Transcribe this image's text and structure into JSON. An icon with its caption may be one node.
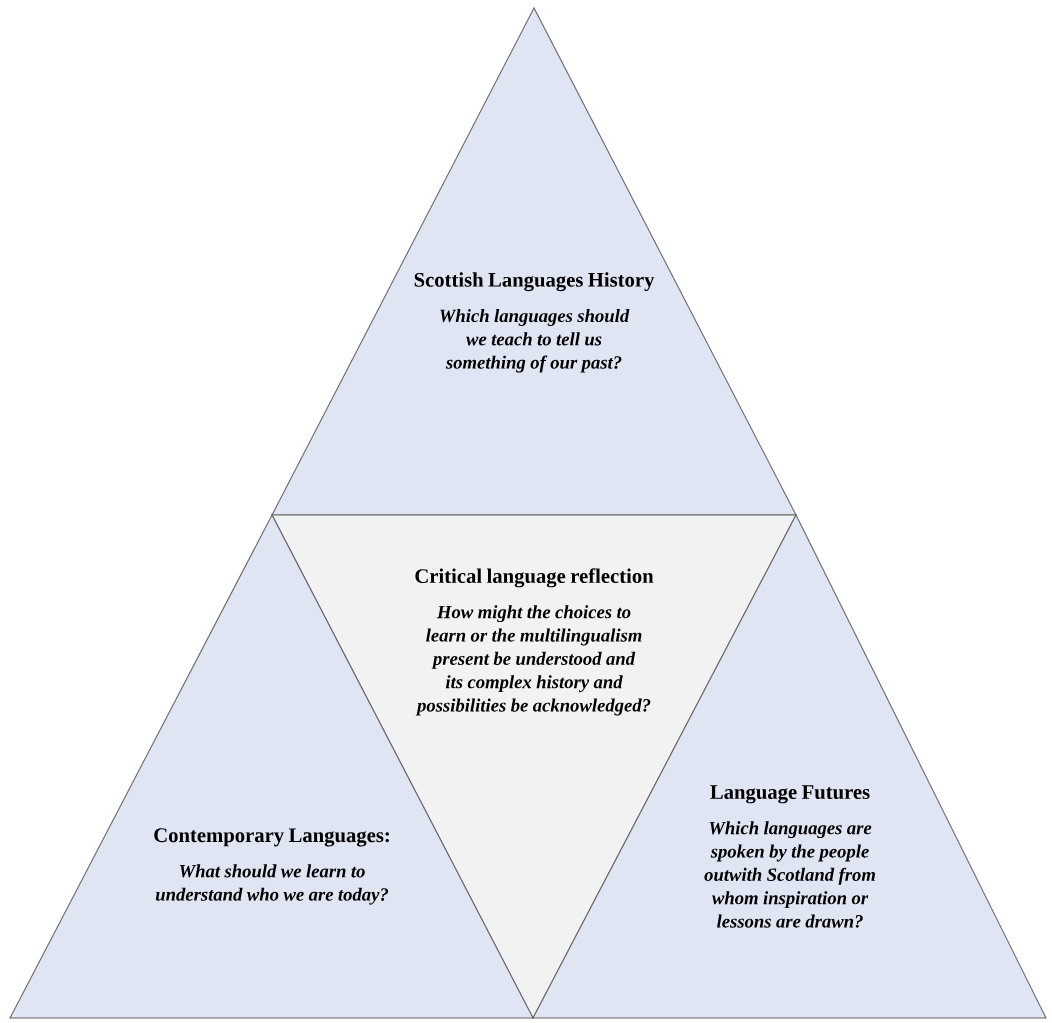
{
  "diagram": {
    "nodes": [
      {
        "text": [
          "Scottish Languages History",
          "Which languages should we teach to tell us something of  our past?"
        ]
      },
      {
        "text": [
          "Critical language reflection",
          "How might the choices to learn or the multilingualism present be understood and its complex history and possibilities be acknowledged?"
        ]
      },
      {
        "text": [
          "Contemporary Languages:",
          "What should we learn to understand who we are today?"
        ]
      },
      {
        "text": [
          "Language Futures",
          "Which languages are spoken by the people outwith Scotland from whom inspiration or lessons are drawn?"
        ]
      }
    ]
  }
}
